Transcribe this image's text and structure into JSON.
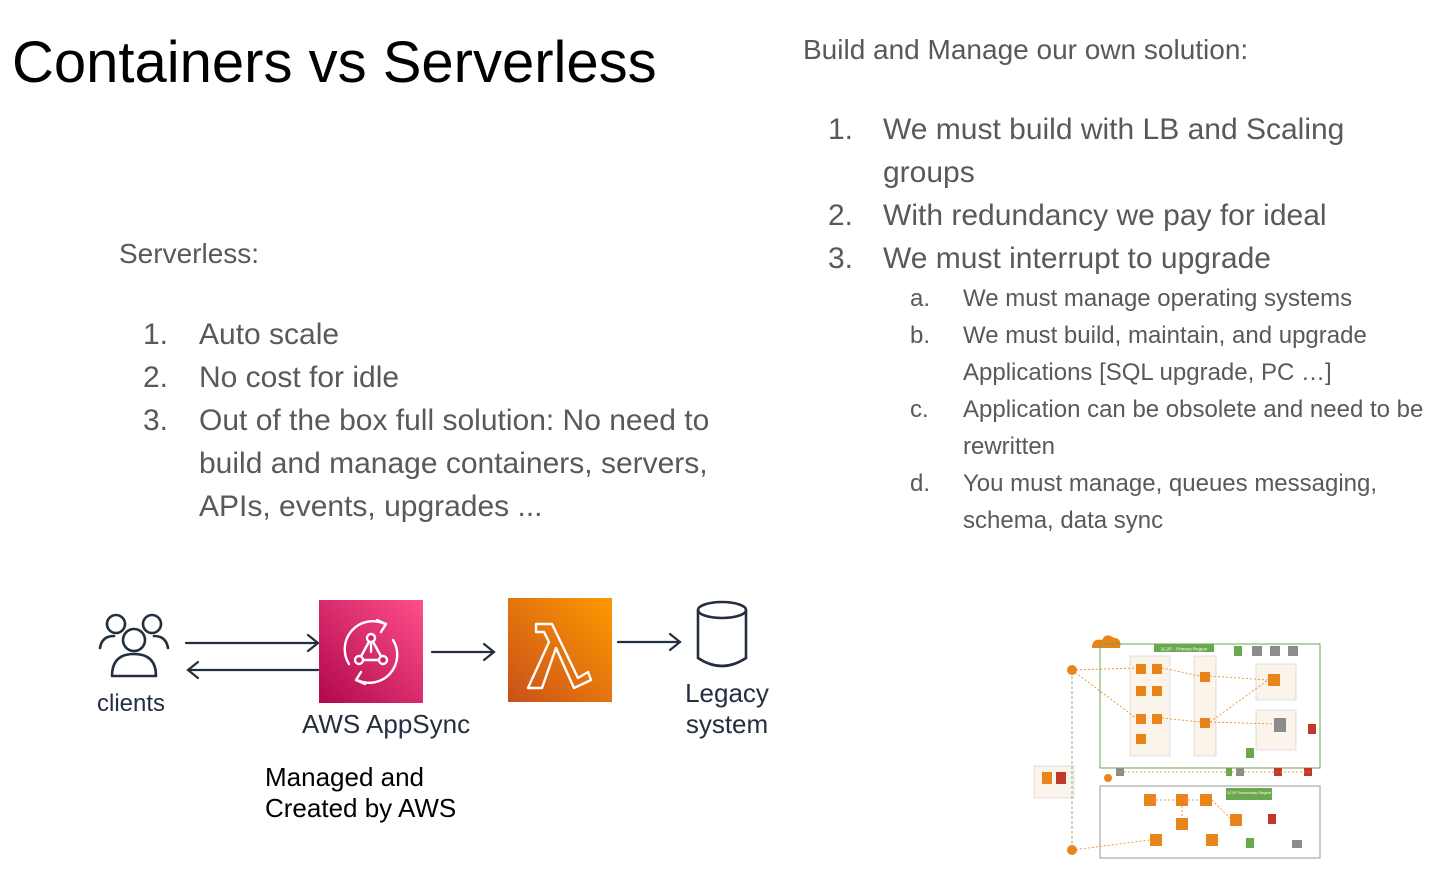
{
  "title": "Containers vs Serverless",
  "build": {
    "heading": "Build and Manage our own solution:",
    "items": [
      {
        "num": "1.",
        "text": "We must build with LB and Scaling groups"
      },
      {
        "num": "2.",
        "text": "With redundancy we pay for ideal"
      },
      {
        "num": "3.",
        "text": "We must interrupt to upgrade"
      }
    ],
    "subitems": [
      {
        "num": "a.",
        "text": "We must manage operating systems"
      },
      {
        "num": "b.",
        "text": "We must build, maintain, and upgrade Applications [SQL upgrade, PC …]"
      },
      {
        "num": "c.",
        "text": "Application can be obsolete and need to be rewritten"
      },
      {
        "num": "d.",
        "text": "You must manage, queues messaging, schema, data sync"
      }
    ]
  },
  "serverless": {
    "heading": "Serverless:",
    "items": [
      {
        "num": "1.",
        "text": "Auto scale"
      },
      {
        "num": "2.",
        "text": "No cost for idle"
      },
      {
        "num": "3.",
        "text": "Out of the box full solution: No need to build and manage containers, servers, APIs, events, upgrades ..."
      }
    ]
  },
  "diagram": {
    "clients": "clients",
    "appsync": "AWS AppSync",
    "legacy": "Legacy system",
    "managed": "Managed and Created by AWS",
    "colors": {
      "appsync_dark": "#b0084d",
      "appsync_light": "#ff4f8b",
      "lambda_dark": "#c8511b",
      "lambda_light": "#ff9900",
      "ink": "#232f3e"
    },
    "icons": [
      "users-icon",
      "appsync-icon",
      "lambda-icon",
      "database-icon"
    ]
  },
  "architecture_thumbnail": {
    "primary_region": "2C2P - Primary Region",
    "secondary_region": "2C2P Secondary Region"
  }
}
